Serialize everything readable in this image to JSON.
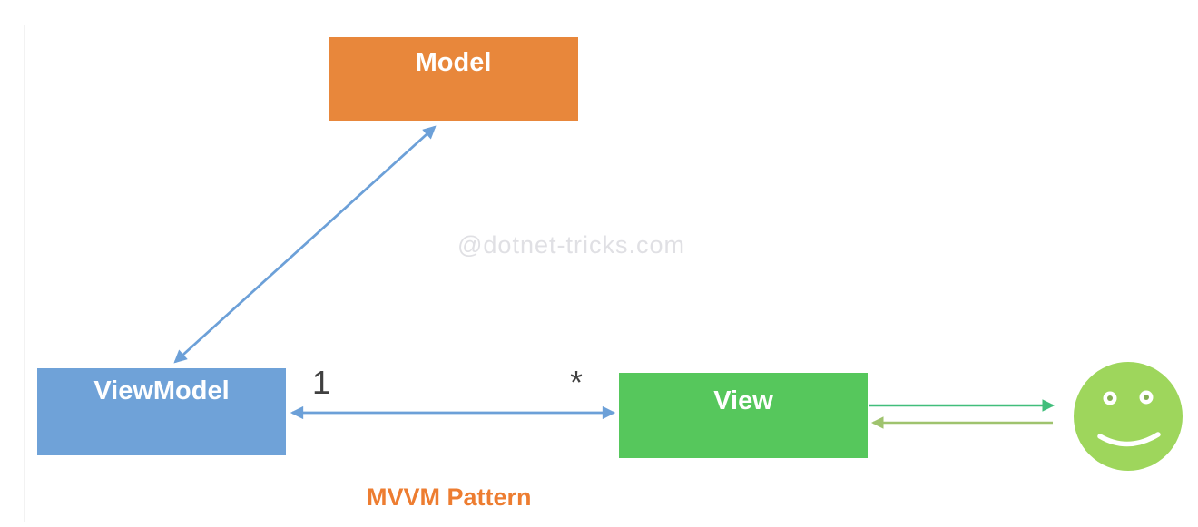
{
  "diagram": {
    "caption": "MVVM Pattern",
    "watermark": "@dotnet-tricks.com",
    "nodes": [
      {
        "id": "model",
        "label": "Model"
      },
      {
        "id": "viewmodel",
        "label": "ViewModel"
      },
      {
        "id": "view",
        "label": "View"
      },
      {
        "id": "user",
        "icon": "smiley-face-icon"
      }
    ],
    "edges": [
      {
        "from": "viewmodel",
        "to": "model",
        "style": "bidirectional-blue"
      },
      {
        "from": "viewmodel",
        "to": "view",
        "style": "bidirectional-blue",
        "from_multiplicity": "1",
        "to_multiplicity": "*"
      },
      {
        "from": "view",
        "to": "user",
        "style": "one-way-green"
      },
      {
        "from": "user",
        "to": "view",
        "style": "one-way-olive"
      }
    ],
    "multiplicity": {
      "one": "1",
      "many": "*"
    }
  },
  "colors": {
    "box-orange": "#E8873B",
    "box-blue": "#6FA2D8",
    "box-green": "#56C75C",
    "arrow-blue": "#6CA0D8",
    "arrow-green": "#41BE7B",
    "arrow-olive": "#9FC36E",
    "face-green": "#9ED65C",
    "eye-dot": "#84AE52",
    "caption-orange": "#ED7D31",
    "label-gray": "#404040",
    "watermark-gray": "#E0E0E4"
  }
}
